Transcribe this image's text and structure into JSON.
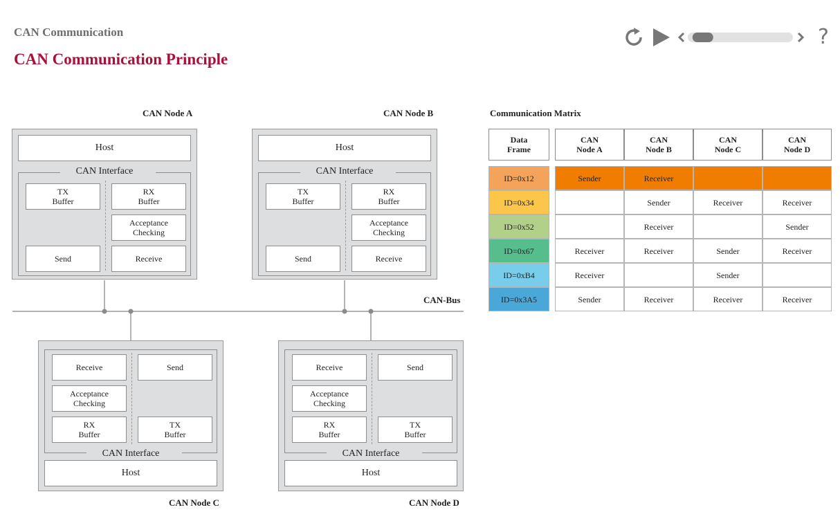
{
  "header": {
    "subtitle": "CAN Communication",
    "title": "CAN Communication Principle"
  },
  "controls": {
    "help_label": "?",
    "slider_value": 0.15
  },
  "bus_label": "CAN-Bus",
  "nodes": [
    {
      "name": "CAN Node A",
      "host": "Host",
      "interface": "CAN Interface",
      "tx": "TX\nBuffer",
      "rx": "RX\nBuffer",
      "acceptance": "Acceptance\nChecking",
      "send": "Send",
      "receive": "Receive"
    },
    {
      "name": "CAN Node B",
      "host": "Host",
      "interface": "CAN Interface",
      "tx": "TX\nBuffer",
      "rx": "RX\nBuffer",
      "acceptance": "Acceptance\nChecking",
      "send": "Send",
      "receive": "Receive"
    },
    {
      "name": "CAN Node C",
      "host": "Host",
      "interface": "CAN Interface",
      "tx": "TX\nBuffer",
      "rx": "RX\nBuffer",
      "acceptance": "Acceptance\nChecking",
      "send": "Send",
      "receive": "Receive"
    },
    {
      "name": "CAN Node D",
      "host": "Host",
      "interface": "CAN Interface",
      "tx": "TX\nBuffer",
      "rx": "RX\nBuffer",
      "acceptance": "Acceptance\nChecking",
      "send": "Send",
      "receive": "Receive"
    }
  ],
  "matrix": {
    "title": "Communication Matrix",
    "headers": [
      "Data\nFrame",
      "CAN\nNode A",
      "CAN\nNode B",
      "CAN\nNode C",
      "CAN\nNode D"
    ],
    "rows": [
      {
        "id": "ID=0x12",
        "color": "#f4a45a",
        "cells": [
          "Sender",
          "Receiver",
          "",
          ""
        ],
        "highlight": "#f07d00"
      },
      {
        "id": "ID=0x34",
        "color": "#fcc64a",
        "cells": [
          "",
          "Sender",
          "Receiver",
          "Receiver"
        ]
      },
      {
        "id": "ID=0x52",
        "color": "#b2d08a",
        "cells": [
          "",
          "Receiver",
          "",
          "Sender"
        ]
      },
      {
        "id": "ID=0x67",
        "color": "#55be8c",
        "cells": [
          "Receiver",
          "Receiver",
          "Sender",
          "Receiver"
        ]
      },
      {
        "id": "ID=0xB4",
        "color": "#78cdea",
        "cells": [
          "Receiver",
          "",
          "Sender",
          ""
        ]
      },
      {
        "id": "ID=0x3A5",
        "color": "#4aa8d8",
        "cells": [
          "Sender",
          "Receiver",
          "Receiver",
          "Receiver"
        ]
      }
    ]
  }
}
